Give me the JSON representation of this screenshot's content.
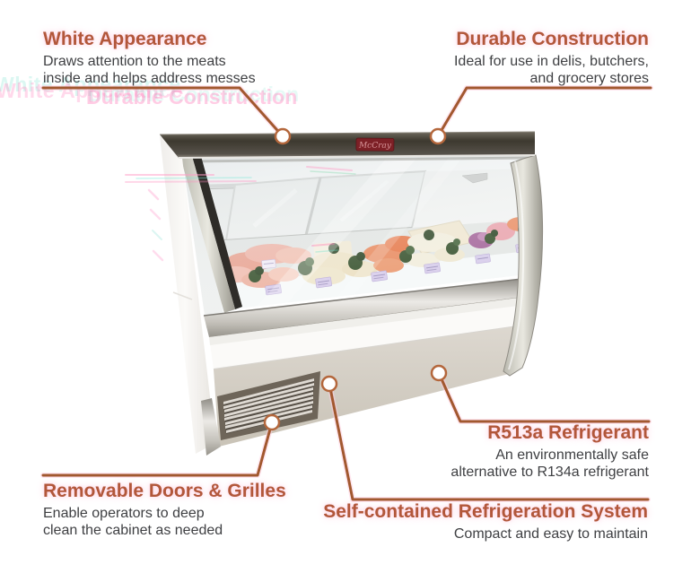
{
  "product": {
    "brand": "McCray",
    "type": "refrigerated deli and seafood glass display case shown with meats and fish on ice"
  },
  "callouts": {
    "white_appearance": {
      "title": "White Appearance",
      "line1": "Draws attention to the meats",
      "line2": "inside and helps address messes"
    },
    "durable_construction": {
      "title": "Durable Construction",
      "line1": "Ideal for use in delis, butchers,",
      "line2": "and grocery stores"
    },
    "r513a_refrigerant": {
      "title": "R513a Refrigerant",
      "line1": "An environmentally safe",
      "line2": "alternative to R134a refrigerant"
    },
    "self_contained": {
      "title": "Self-contained Refrigeration System",
      "line1": "Compact and easy to maintain"
    },
    "removable_doors": {
      "title": "Removable Doors & Grilles",
      "line1": "Enable operators to deep",
      "line2": "clean the cabinet as needed"
    }
  },
  "ghost_text": {
    "left": "White Appearance",
    "right": "Durable Construction"
  },
  "colors": {
    "heading": "#b2573a",
    "body_text": "#3f4043",
    "callout_line": "#a2582f",
    "callout_glow": "#ffd0e2",
    "marker_ring": "#b4673c",
    "badge_red": "#7d2026",
    "canopy_dark": "#45413a",
    "cabinet_white": "#f8f7f5",
    "lower_band": "#d6d1c8"
  }
}
